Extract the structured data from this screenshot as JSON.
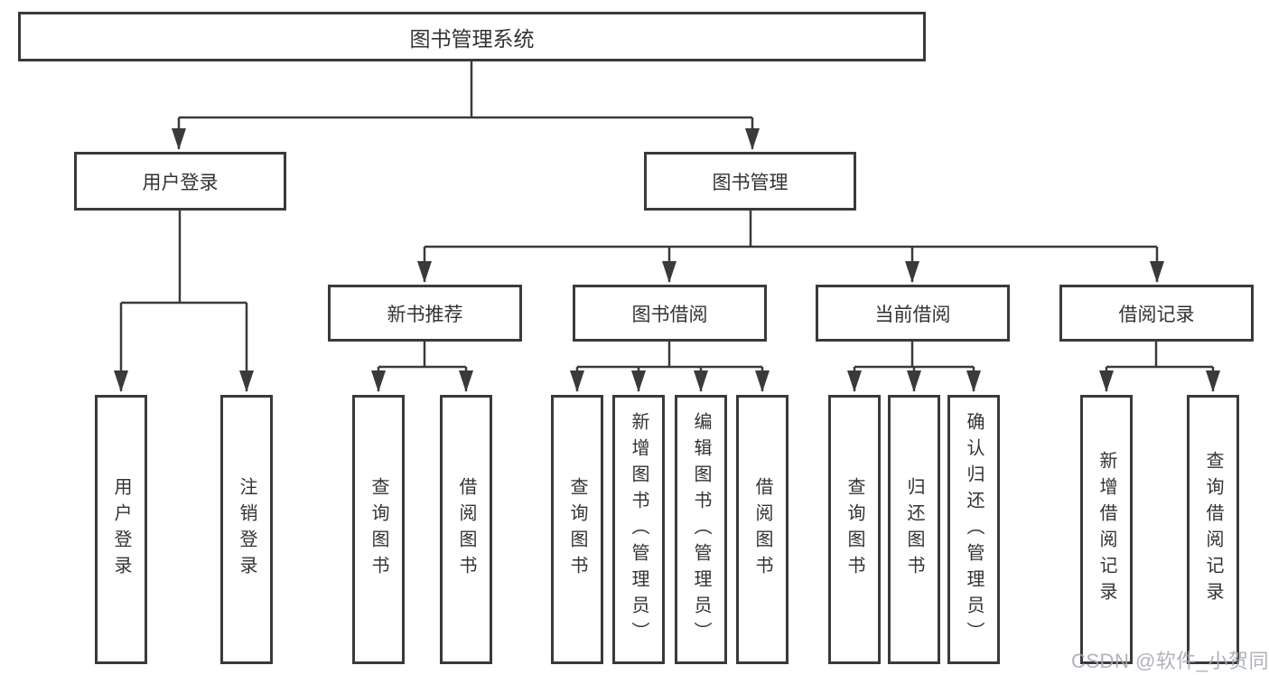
{
  "diagram": {
    "root": {
      "label": "图书管理系统"
    },
    "branches": [
      {
        "label": "用户登录",
        "children": [
          {
            "label": "用户登录"
          },
          {
            "label": "注销登录"
          }
        ]
      },
      {
        "label": "图书管理",
        "children": [
          {
            "label": "新书推荐",
            "children": [
              {
                "label": "查询图书"
              },
              {
                "label": "借阅图书"
              }
            ]
          },
          {
            "label": "图书借阅",
            "children": [
              {
                "label": "查询图书"
              },
              {
                "label": "新增图书（管理员）"
              },
              {
                "label": "编辑图书（管理员）"
              },
              {
                "label": "借阅图书"
              }
            ]
          },
          {
            "label": "当前借阅",
            "children": [
              {
                "label": "查询图书"
              },
              {
                "label": "归还图书"
              },
              {
                "label": "确认归还（管理员）"
              }
            ]
          },
          {
            "label": "借阅记录",
            "children": [
              {
                "label": "新增借阅记录"
              },
              {
                "label": "查询借阅记录"
              }
            ]
          }
        ]
      }
    ]
  },
  "watermark": "CSDN @软件_小贺同学",
  "colors": {
    "line": "#3a3a3a",
    "text": "#333333",
    "box_background": "#ffffff",
    "watermark": "#a4a9b3"
  }
}
